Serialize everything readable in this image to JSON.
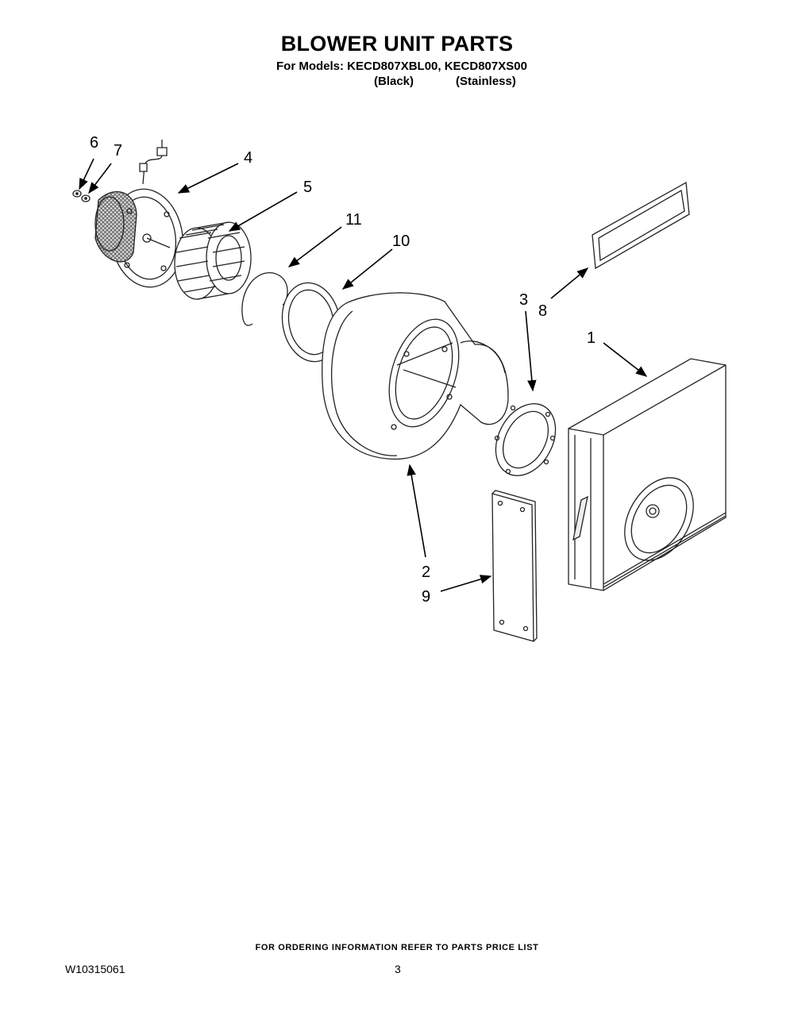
{
  "header": {
    "title": "BLOWER UNIT PARTS",
    "models_line": "For Models: KECD807XBL00, KECD807XS00",
    "variant_black": "(Black)",
    "variant_stainless": "(Stainless)"
  },
  "callouts": [
    "1",
    "2",
    "3",
    "4",
    "5",
    "6",
    "7",
    "8",
    "9",
    "10",
    "11"
  ],
  "footer": {
    "note": "FOR ORDERING INFORMATION REFER TO PARTS PRICE LIST",
    "doc_number": "W10315061",
    "page_number": "3"
  }
}
